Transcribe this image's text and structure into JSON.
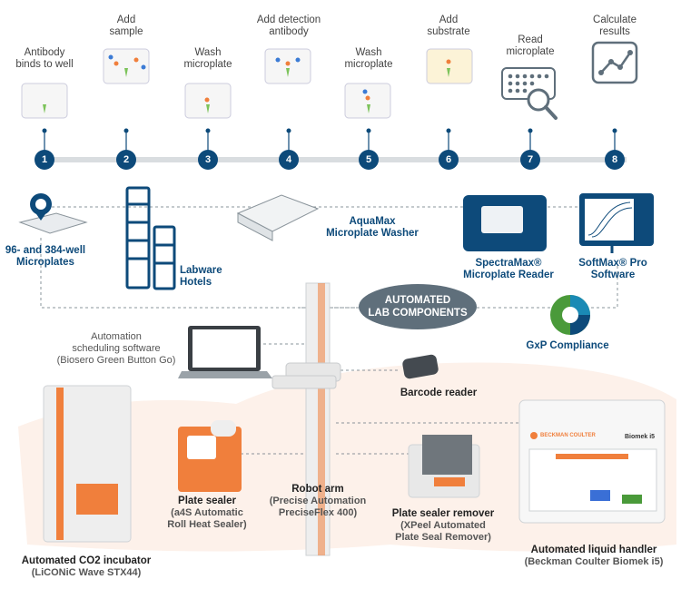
{
  "steps": [
    {
      "num": "1",
      "label_lines": [
        "Antibody",
        "binds to well"
      ]
    },
    {
      "num": "2",
      "label_lines": [
        "Add",
        "sample"
      ]
    },
    {
      "num": "3",
      "label_lines": [
        "Wash",
        "microplate"
      ]
    },
    {
      "num": "4",
      "label_lines": [
        "Add detection",
        "antibody"
      ]
    },
    {
      "num": "5",
      "label_lines": [
        "Wash",
        "microplate"
      ]
    },
    {
      "num": "6",
      "label_lines": [
        "Add",
        "substrate"
      ]
    },
    {
      "num": "7",
      "label_lines": [
        "Read",
        "microplate"
      ]
    },
    {
      "num": "8",
      "label_lines": [
        "Calculate",
        "results"
      ]
    }
  ],
  "components": {
    "microplates": [
      "96- and 384-well",
      "Microplates"
    ],
    "hotels": [
      "Labware",
      "Hotels"
    ],
    "washer": [
      "AquaMax",
      "Microplate Washer"
    ],
    "reader": [
      "SpectraMax®",
      "Microplate Reader"
    ],
    "softmax": [
      "SoftMax® Pro",
      "Software"
    ],
    "center_pill": [
      "AUTOMATED",
      "LAB COMPONENTS"
    ],
    "gxp": "GxP Compliance",
    "scheduler": [
      "Automation",
      "scheduling software",
      "(Biosero Green Button Go)"
    ],
    "barcode": "Barcode reader",
    "robot": [
      "Robot arm",
      "(Precise Automation",
      "PreciseFlex 400)"
    ],
    "sealer": [
      "Plate sealer",
      "(a4S Automatic",
      "Roll Heat Sealer)"
    ],
    "remover": [
      "Plate sealer remover",
      "(XPeel Automated",
      "Plate Seal Remover)"
    ],
    "incubator": [
      "Automated CO2 incubator",
      "(LiCONiC Wave STX44)"
    ],
    "liquid": [
      "Automated liquid handler",
      "(Beckman Coulter Biomek i5)"
    ],
    "handler_brand": "Biomek i5",
    "beckman_logo": "BECKMAN COULTER"
  },
  "colors": {
    "navy": "#0d4a7a",
    "orange": "#f07f3c",
    "grey": "#5f6f7b",
    "green": "#4a9a3a"
  }
}
